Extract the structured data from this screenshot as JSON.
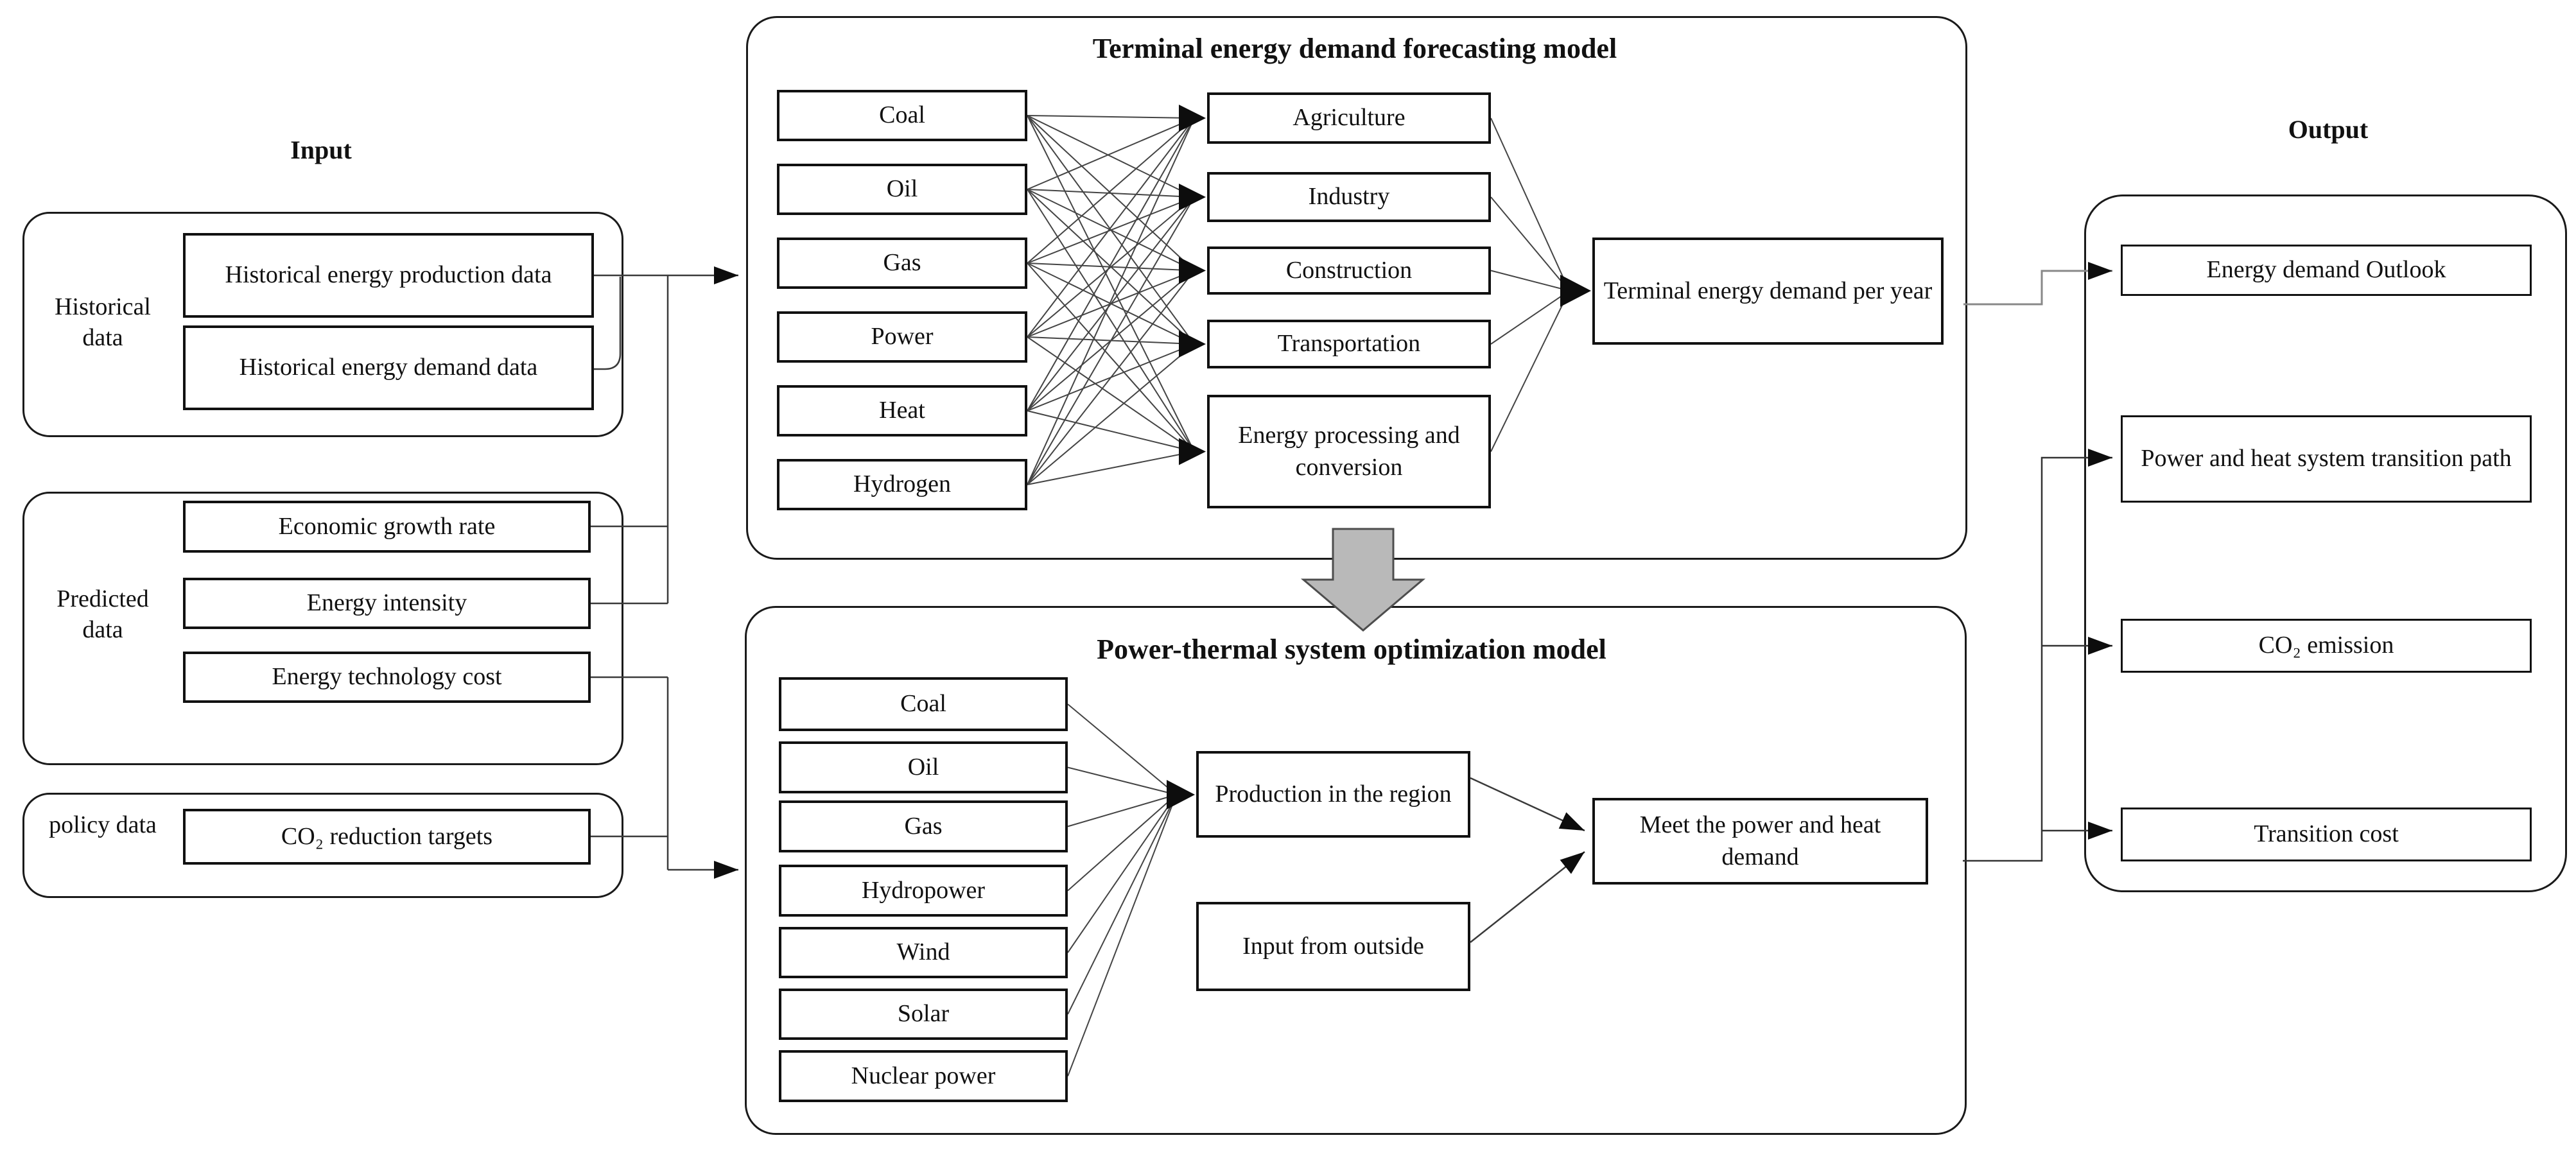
{
  "diagram": {
    "input": {
      "heading": "Input",
      "groups": [
        {
          "label": "Historical data",
          "items": [
            "Historical energy production data",
            "Historical energy demand data"
          ]
        },
        {
          "label": "Predicted data",
          "items": [
            "Economic growth rate",
            "Energy intensity",
            "Energy technology cost"
          ]
        },
        {
          "label": "policy data",
          "items": [
            "CO₂ reduction targets"
          ]
        }
      ]
    },
    "forecasting_model": {
      "title": "Terminal energy demand forecasting model",
      "sources": [
        "Coal",
        "Oil",
        "Gas",
        "Power",
        "Heat",
        "Hydrogen"
      ],
      "sectors": [
        "Agriculture",
        "Industry",
        "Construction",
        "Transportation",
        "Energy processing and conversion"
      ],
      "result": "Terminal energy demand per year"
    },
    "optimization_model": {
      "title": "Power-thermal system optimization model",
      "sources": [
        "Coal",
        "Oil",
        "Gas",
        "Hydropower",
        "Wind",
        "Solar",
        "Nuclear power"
      ],
      "production": "Production in the region",
      "import": "Input from outside",
      "result": "Meet the power and heat demand"
    },
    "output": {
      "heading": "Output",
      "items": [
        "Energy demand Outlook",
        "Power and heat system transition path",
        "CO₂ emission",
        "Transition cost"
      ]
    },
    "colors": {
      "connector": "#3a3a3a",
      "mesh_line": "#444444",
      "grey_route": "#888888",
      "arrowhead": "#0d0d0d",
      "big_arrow_fill": "#b9b9b9",
      "big_arrow_stroke": "#4d4d4d"
    }
  }
}
